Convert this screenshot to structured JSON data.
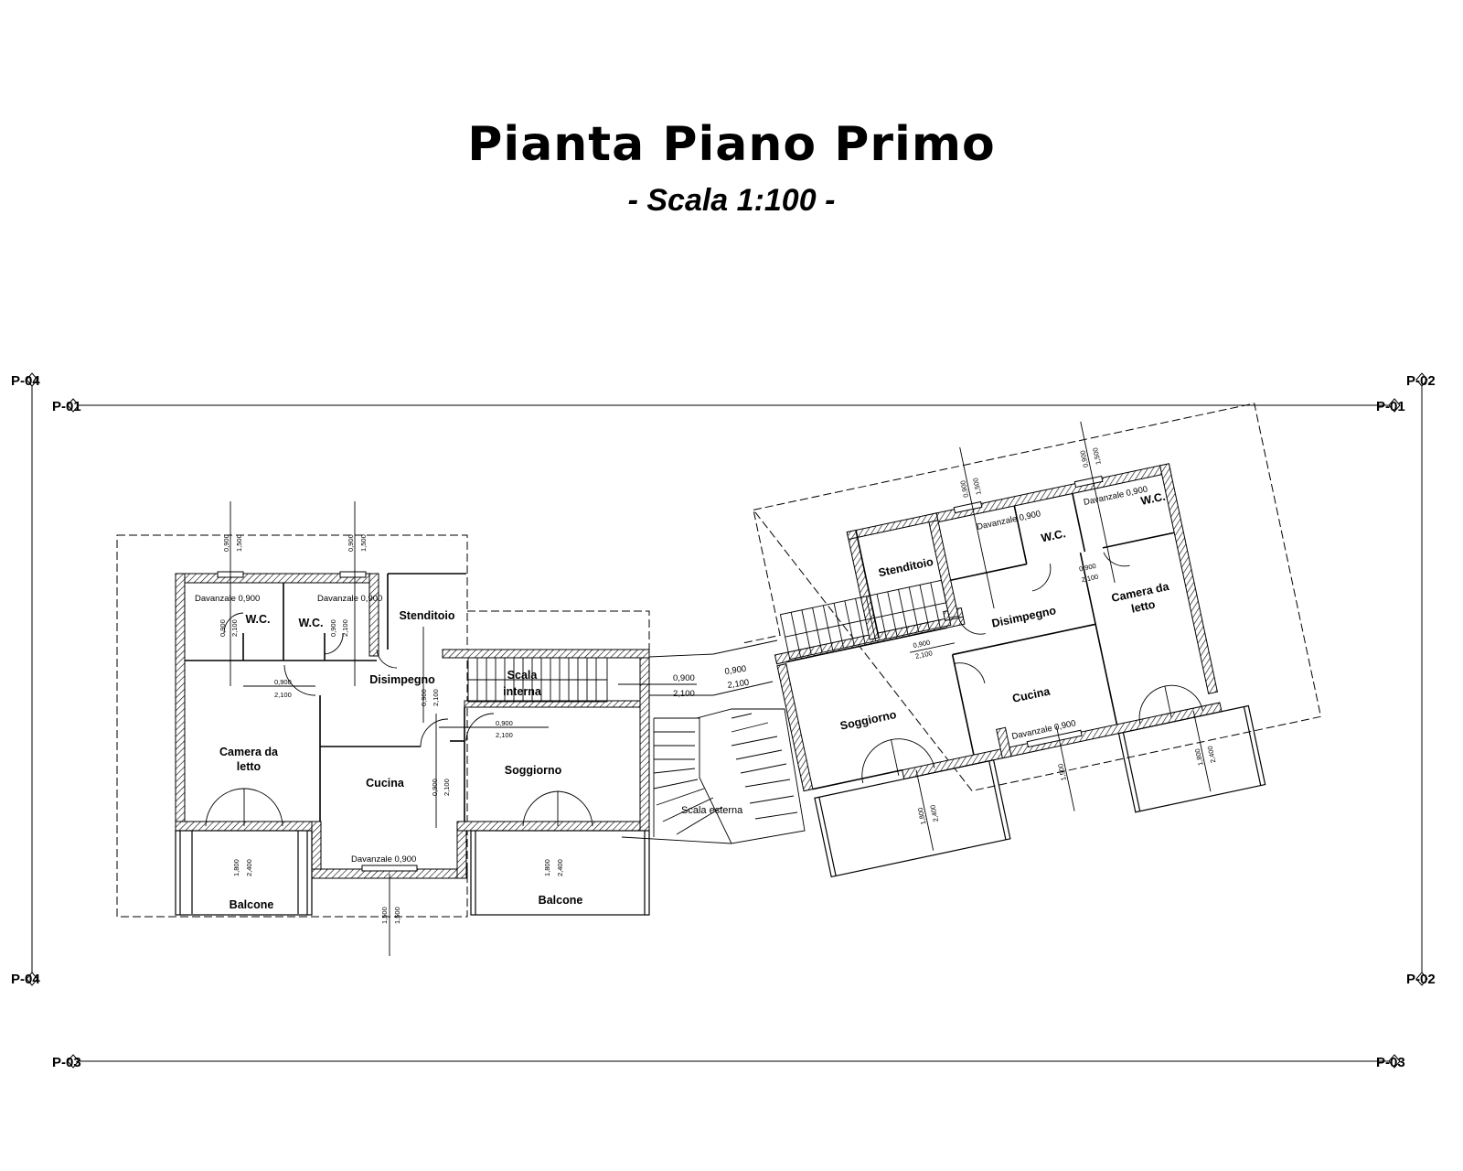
{
  "header": {
    "title": "Pianta Piano Primo",
    "scale": "- Scala 1:100 -"
  },
  "grid_labels": {
    "p01": "P-01",
    "p02": "P-02",
    "p03": "P-03",
    "p04": "P-04"
  },
  "left_unit": {
    "wc_1": "W.C.",
    "wc_2": "W.C.",
    "stenditoio": "Stenditoio",
    "disimpegno": "Disimpegno",
    "scala_interna_1": "Scala",
    "scala_interna_2": "interna",
    "camera_1": "Camera da",
    "camera_2": "letto",
    "cucina": "Cucina",
    "soggiorno": "Soggiorno",
    "balcone_1": "Balcone",
    "balcone_2": "Balcone",
    "davanzale_1": "Davanzale 0,900",
    "davanzale_2": "Davanzale 0,900",
    "davanzale_3": "Davanzale 0,900"
  },
  "right_unit": {
    "stenditoio": "Stenditoio",
    "wc_1": "W.C.",
    "wc_2": "W.C.",
    "disimpegno": "Disimpegno",
    "camera_1": "Camera da",
    "camera_2": "letto",
    "soggiorno": "Soggiorno",
    "cucina": "Cucina",
    "davanzale_1": "Davanzale 0,900",
    "davanzale_2": "Davanzale 0,900",
    "davanzale_3": "Davanzale 0,900"
  },
  "scala_esterna": "Scala esterna",
  "dims": {
    "d900": "0,900",
    "d1500": "1,500",
    "d1800": "1,800",
    "d2100": "2,100",
    "d2400": "2,400"
  }
}
